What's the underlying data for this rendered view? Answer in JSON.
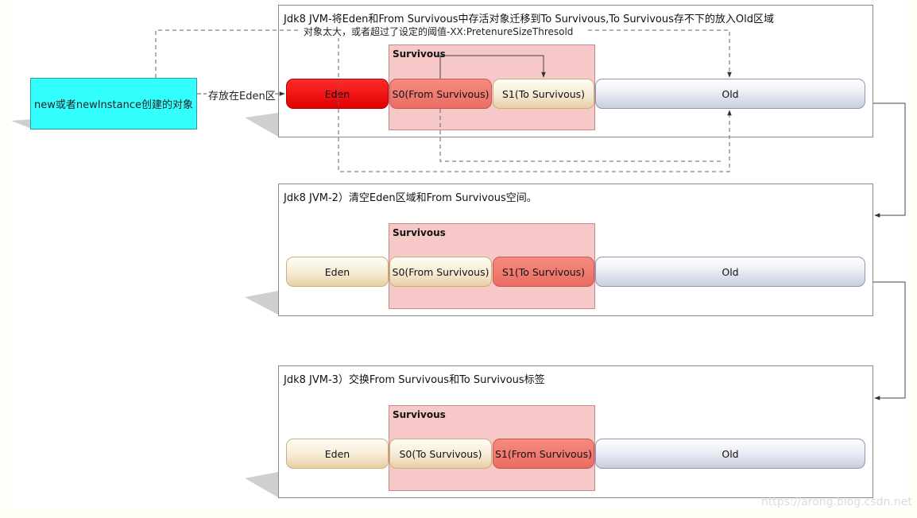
{
  "new_object": {
    "label": "new或者newInstance创建的对象"
  },
  "store_label": "存放在Eden区",
  "big_object_label": "对象太大，或者超过了设定的阈值-XX:PretenureSizeThresold",
  "panels": [
    {
      "title": "Jdk8 JVM-将Eden和From Survivous中存活对象迁移到To Survivous,To Survivous存不下的放入Old区域",
      "survivor_label": "Survivous",
      "eden": "Eden",
      "s0": "S0(From Survivous)",
      "s1": "S1(To Survivous)",
      "old": "Old"
    },
    {
      "title": "Jdk8 JVM-2）清空Eden区域和From Survivous空间。",
      "survivor_label": "Survivous",
      "eden": "Eden",
      "s0": "S0(From Survivous)",
      "s1": "S1(To Survivous)",
      "old": "Old"
    },
    {
      "title": "Jdk8 JVM-3）交换From Survivous和To Survivous标签",
      "survivor_label": "Survivous",
      "eden": "Eden",
      "s0": "S0(To Survivous)",
      "s1": "S1(From Survivous)",
      "old": "Old"
    }
  ],
  "watermark": "https://arong.blog.csdn.net",
  "colors": {
    "new_box": "#33ffff",
    "eden_active": "#ff1a1a",
    "survivor_area": "#f7c8c8",
    "salmon_region": "#ee7a70",
    "cream_region": "#f3e4c6",
    "old_region": "#dfe3ee"
  }
}
